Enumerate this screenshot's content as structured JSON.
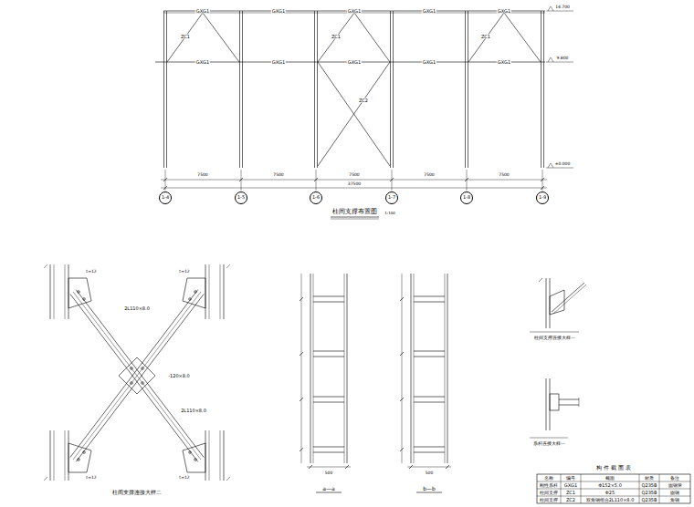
{
  "diagram": {
    "nodes": [
      {
        "text": [
          "1-4"
        ]
      },
      {
        "text": [
          "1-5"
        ]
      },
      {
        "text": [
          "1-6"
        ]
      },
      {
        "text": [
          "1-7"
        ]
      },
      {
        "text": [
          "1-8"
        ]
      },
      {
        "text": [
          "1-9"
        ]
      }
    ],
    "labels": [
      "GXG1",
      "GXG1",
      "GXG1",
      "GXG1",
      "GXG1",
      "GXG1",
      "GXG1",
      "GXG1",
      "GXG1",
      "GXG1",
      "ZC1",
      "ZC1",
      "ZC1",
      "ZC2",
      "14.700",
      "9.800",
      "±0.000",
      "7500",
      "7500",
      "7500",
      "7500",
      "7500",
      "37500",
      "柱间支撑布置图",
      "1:100",
      "2L110×8.0",
      "2L110×8.0",
      "-120×8.0",
      "t=12",
      "t=12",
      "t=12",
      "t=12",
      "柱间支撑连接大样二",
      "a—a",
      "b—b",
      "500",
      "500",
      "柱间支撑连接大样一",
      "系杆连接大样一",
      "构 件 截 面 表",
      "名称",
      "编号",
      "截面",
      "材质",
      "备注",
      "刚性系杆",
      "GXG1",
      "Φ152×5.0",
      "Q235B",
      "圆钢管",
      "柱间支撑",
      "ZC1",
      "Φ25",
      "Q235B",
      "圆钢",
      "柱间支撑",
      "ZC2",
      "双角钢组合2L110×8.0",
      "Q235B",
      "角钢"
    ]
  }
}
